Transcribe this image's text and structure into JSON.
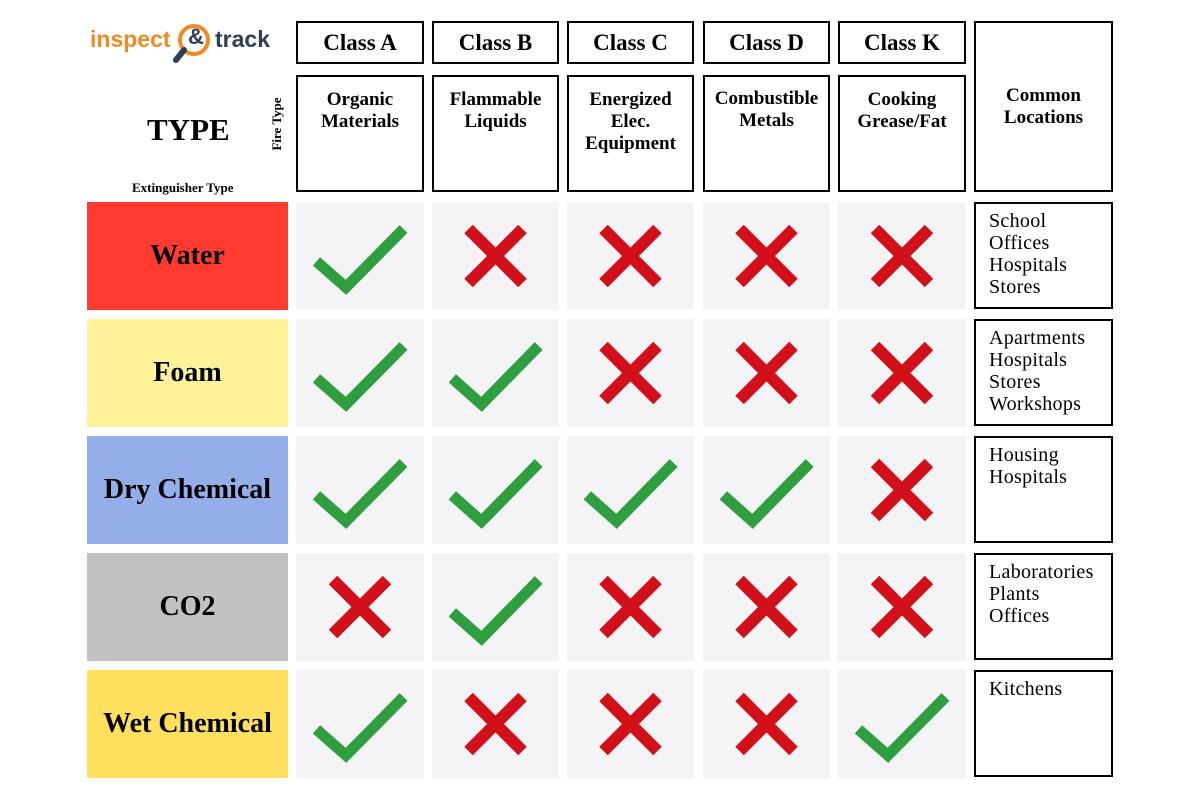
{
  "logo": {
    "word1": "inspect",
    "amp": "&",
    "word2": "track",
    "orange": "#f08a24",
    "navy": "#2d3e57"
  },
  "header": {
    "type_title": "TYPE",
    "fire_type_label": "Fire Type",
    "extinguisher_type_label": "Extinguisher Type",
    "common_locations_line1": "Common",
    "common_locations_line2": "Locations"
  },
  "classes": [
    {
      "label": "Class A",
      "desc": [
        "Organic",
        "Materials"
      ]
    },
    {
      "label": "Class B",
      "desc": [
        "Flammable",
        "Liquids"
      ]
    },
    {
      "label": "Class C",
      "desc": [
        "Energized",
        "Elec.",
        "Equipment"
      ]
    },
    {
      "label": "Class D",
      "desc": [
        "Combustible",
        "Metals"
      ]
    },
    {
      "label": "Class K",
      "desc": [
        "Cooking",
        "Grease/Fat"
      ]
    }
  ],
  "rows": [
    {
      "name": "Water",
      "color": "#ff3b30",
      "marks": [
        "check",
        "cross",
        "cross",
        "cross",
        "cross"
      ],
      "locations": [
        "School",
        "Offices",
        "Hospitals",
        "Stores"
      ]
    },
    {
      "name": "Foam",
      "color": "#fff39a",
      "marks": [
        "check",
        "check",
        "cross",
        "cross",
        "cross"
      ],
      "locations": [
        "Apartments",
        "Hospitals",
        "Stores",
        "Workshops"
      ]
    },
    {
      "name": "Dry Chemical",
      "color": "#94aeea",
      "marks": [
        "check",
        "check",
        "check",
        "check",
        "cross"
      ],
      "locations": [
        "Housing",
        "Hospitals"
      ]
    },
    {
      "name": "CO2",
      "color": "#c1c1c1",
      "marks": [
        "cross",
        "check",
        "cross",
        "cross",
        "cross"
      ],
      "locations": [
        "Laboratories",
        "Plants",
        "Offices"
      ]
    },
    {
      "name": "Wet Chemical",
      "color": "#ffdf5e",
      "marks": [
        "check",
        "cross",
        "cross",
        "cross",
        "check"
      ],
      "locations": [
        "Kitchens"
      ]
    }
  ],
  "colors": {
    "check": "#2e9e3e",
    "cross": "#d2101a",
    "cell_bg": "#f4f4f6"
  }
}
